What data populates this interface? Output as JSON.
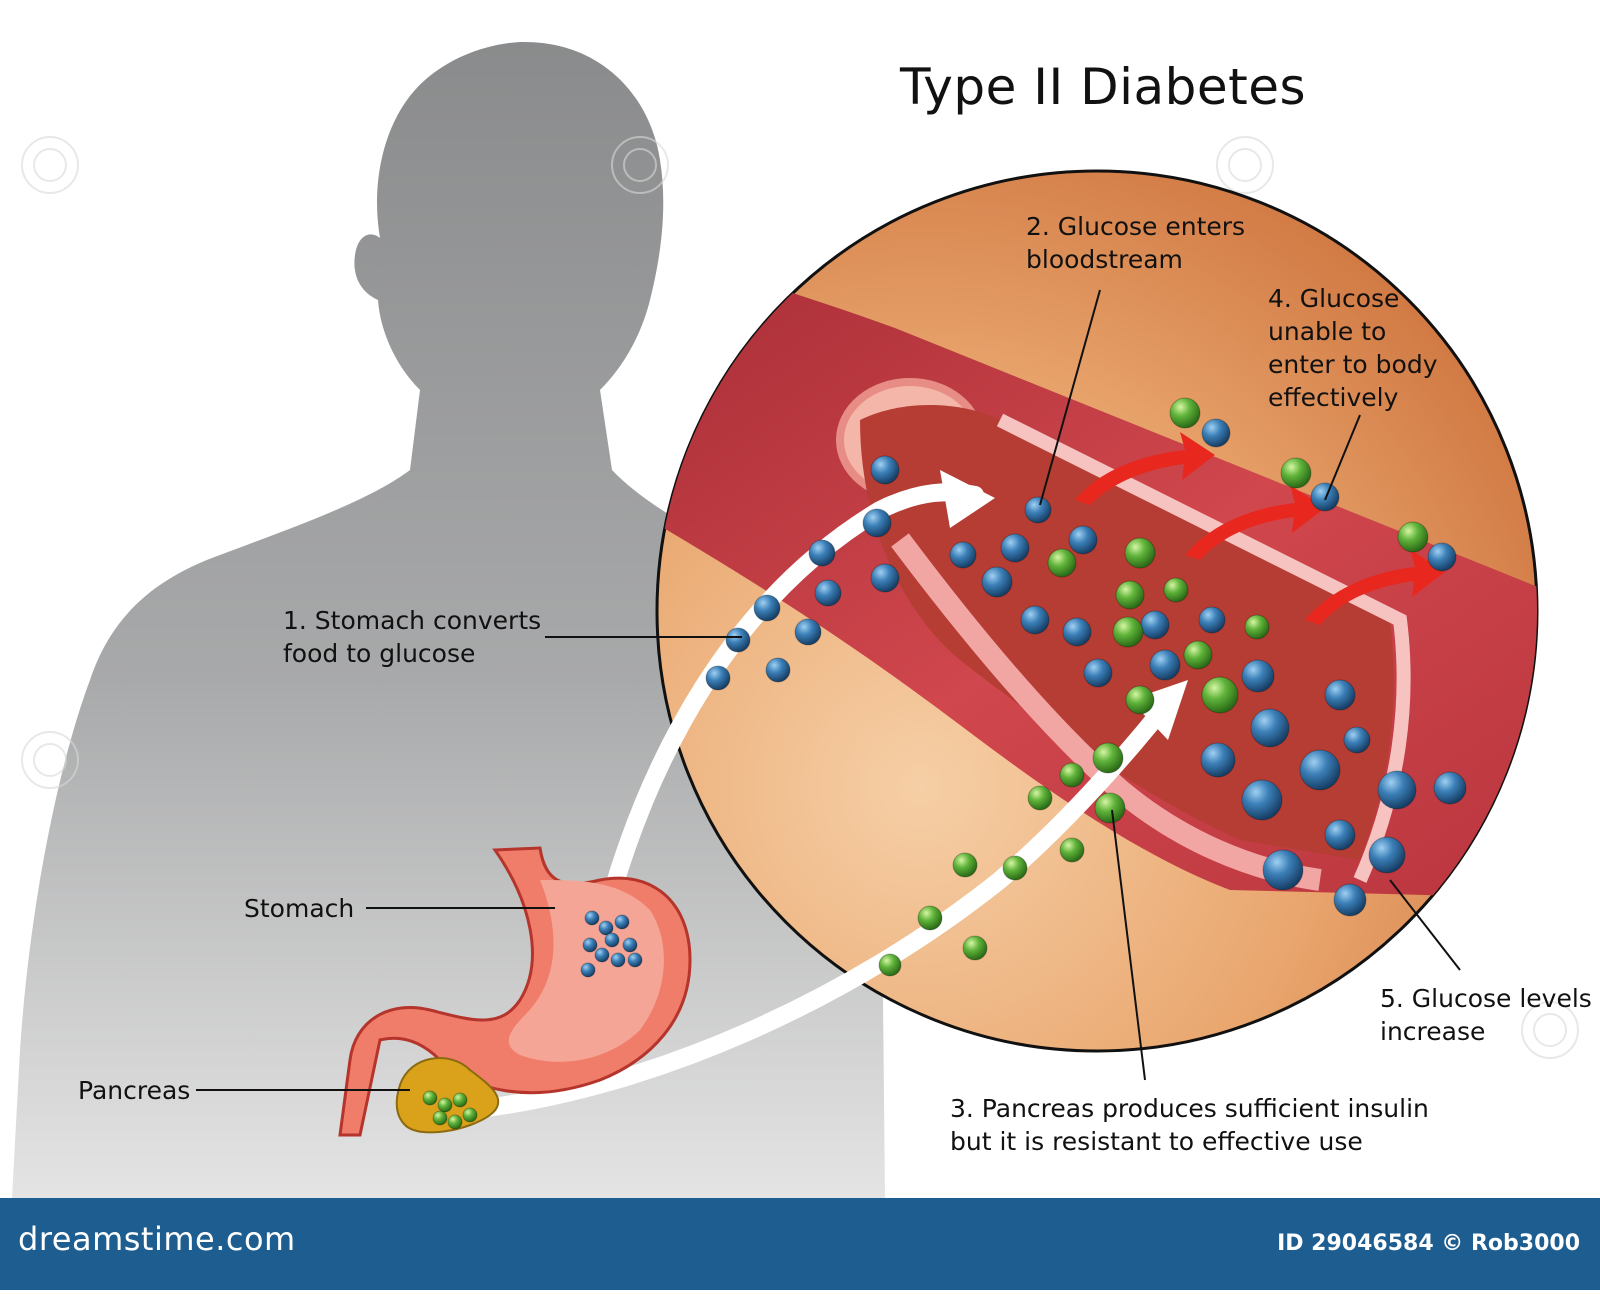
{
  "title": "Type II Diabetes",
  "labels": {
    "step1": [
      "1. Stomach converts",
      "food to glucose"
    ],
    "step2": [
      "2. Glucose enters",
      "bloodstream"
    ],
    "step3": [
      "3. Pancreas produces sufficient insulin",
      "but it is resistant to effective use"
    ],
    "step4": [
      "4. Glucose",
      "unable to",
      "enter to body",
      "effectively"
    ],
    "step5": [
      "5. Glucose levels",
      "increase"
    ],
    "stomach": "Stomach",
    "pancreas": "Pancreas"
  },
  "footer": {
    "brand": "dreamstime.com",
    "credit": "ID 29046584 © Rob3000"
  },
  "colors": {
    "silhouette": "#8a8b8c",
    "glucose": "#2f6fa8",
    "insulin": "#5fb33a",
    "vessel": "#c23a43",
    "circle_bg": "#e39a62",
    "arrow_red": "#e8281e",
    "footer_bg": "#1d5d8f"
  }
}
